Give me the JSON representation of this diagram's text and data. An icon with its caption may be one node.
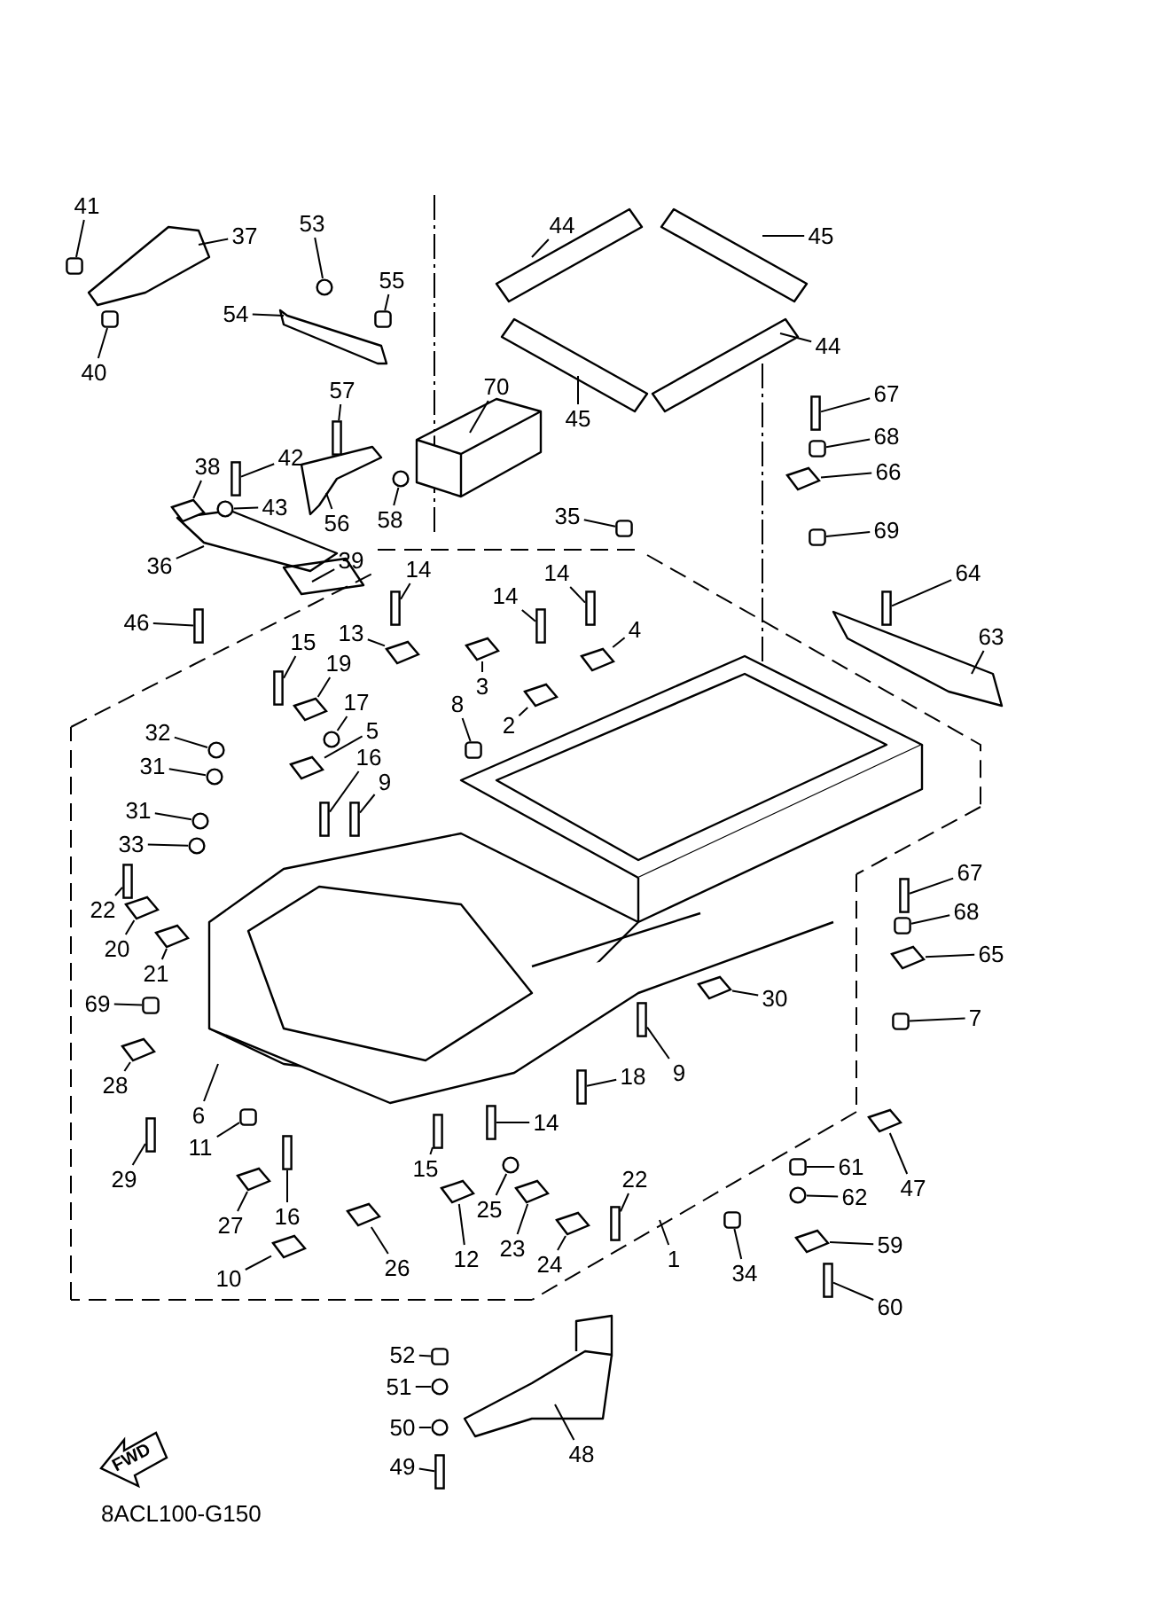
{
  "diagram": {
    "nodes": [
      {
        "text": [
          "41"
        ]
      },
      {
        "text": [
          "37"
        ]
      },
      {
        "text": [
          "40"
        ]
      },
      {
        "text": [
          "53"
        ]
      },
      {
        "text": [
          "55"
        ]
      },
      {
        "text": [
          "54"
        ]
      },
      {
        "text": [
          "44"
        ]
      },
      {
        "text": [
          "45"
        ]
      },
      {
        "text": [
          "44"
        ]
      },
      {
        "text": [
          "45"
        ]
      },
      {
        "text": [
          "70"
        ]
      },
      {
        "text": [
          "67"
        ]
      },
      {
        "text": [
          "68"
        ]
      },
      {
        "text": [
          "66"
        ]
      },
      {
        "text": [
          "69"
        ]
      },
      {
        "text": [
          "57"
        ]
      },
      {
        "text": [
          "42"
        ]
      },
      {
        "text": [
          "38"
        ]
      },
      {
        "text": [
          "43"
        ]
      },
      {
        "text": [
          "56"
        ]
      },
      {
        "text": [
          "58"
        ]
      },
      {
        "text": [
          "36"
        ]
      },
      {
        "text": [
          "39"
        ]
      },
      {
        "text": [
          "35"
        ]
      },
      {
        "text": [
          "64"
        ]
      },
      {
        "text": [
          "63"
        ]
      },
      {
        "text": [
          "46"
        ]
      },
      {
        "text": [
          "14"
        ]
      },
      {
        "text": [
          "13"
        ]
      },
      {
        "text": [
          "14"
        ]
      },
      {
        "text": [
          "14"
        ]
      },
      {
        "text": [
          "4"
        ]
      },
      {
        "text": [
          "15"
        ]
      },
      {
        "text": [
          "19"
        ]
      },
      {
        "text": [
          "3"
        ]
      },
      {
        "text": [
          "2"
        ]
      },
      {
        "text": [
          "17"
        ]
      },
      {
        "text": [
          "8"
        ]
      },
      {
        "text": [
          "5"
        ]
      },
      {
        "text": [
          "32"
        ]
      },
      {
        "text": [
          "31"
        ]
      },
      {
        "text": [
          "16"
        ]
      },
      {
        "text": [
          "9"
        ]
      },
      {
        "text": [
          "31"
        ]
      },
      {
        "text": [
          "33"
        ]
      },
      {
        "text": [
          "22"
        ]
      },
      {
        "text": [
          "20"
        ]
      },
      {
        "text": [
          "21"
        ]
      },
      {
        "text": [
          "67"
        ]
      },
      {
        "text": [
          "68"
        ]
      },
      {
        "text": [
          "65"
        ]
      },
      {
        "text": [
          "7"
        ]
      },
      {
        "text": [
          "30"
        ]
      },
      {
        "text": [
          "69"
        ]
      },
      {
        "text": [
          "9"
        ]
      },
      {
        "text": [
          "28"
        ]
      },
      {
        "text": [
          "18"
        ]
      },
      {
        "text": [
          "6"
        ]
      },
      {
        "text": [
          "29"
        ]
      },
      {
        "text": [
          "11"
        ]
      },
      {
        "text": [
          "14"
        ]
      },
      {
        "text": [
          "15"
        ]
      },
      {
        "text": [
          "47"
        ]
      },
      {
        "text": [
          "61"
        ]
      },
      {
        "text": [
          "62"
        ]
      },
      {
        "text": [
          "16"
        ]
      },
      {
        "text": [
          "27"
        ]
      },
      {
        "text": [
          "22"
        ]
      },
      {
        "text": [
          "25"
        ]
      },
      {
        "text": [
          "59"
        ]
      },
      {
        "text": [
          "10"
        ]
      },
      {
        "text": [
          "26"
        ]
      },
      {
        "text": [
          "12"
        ]
      },
      {
        "text": [
          "23"
        ]
      },
      {
        "text": [
          "24"
        ]
      },
      {
        "text": [
          "1"
        ]
      },
      {
        "text": [
          "34"
        ]
      },
      {
        "text": [
          "60"
        ]
      },
      {
        "text": [
          "52"
        ]
      },
      {
        "text": [
          "51"
        ]
      },
      {
        "text": [
          "50"
        ]
      },
      {
        "text": [
          "48"
        ]
      },
      {
        "text": [
          "49"
        ]
      },
      {
        "text": [],
        "shape": "box"
      },
      {
        "text": [],
        "shape": "box"
      },
      {
        "text": [],
        "shape": "circle"
      },
      {
        "text": [],
        "shape": "box"
      },
      {
        "text": [],
        "shape": "bar"
      },
      {
        "text": [],
        "shape": "box"
      },
      {
        "text": [],
        "shape": "picture"
      },
      {
        "text": [],
        "shape": "box"
      },
      {
        "text": [],
        "shape": "bar"
      },
      {
        "text": [],
        "shape": "bar"
      },
      {
        "text": [],
        "shape": "circle"
      },
      {
        "text": [],
        "shape": "circle"
      },
      {
        "text": [],
        "shape": "box"
      },
      {
        "text": [],
        "shape": "bar"
      },
      {
        "text": [],
        "shape": "bar"
      },
      {
        "text": [],
        "shape": "bar"
      },
      {
        "text": [],
        "shape": "picture"
      },
      {
        "text": [],
        "shape": "bar"
      },
      {
        "text": [],
        "shape": "bar"
      },
      {
        "text": [],
        "shape": "picture"
      },
      {
        "text": [],
        "shape": "bar"
      },
      {
        "text": [],
        "shape": "picture"
      },
      {
        "text": [],
        "shape": "picture"
      },
      {
        "text": [],
        "shape": "picture"
      },
      {
        "text": [],
        "shape": "circle"
      },
      {
        "text": [],
        "shape": "box"
      },
      {
        "text": [],
        "shape": "picture"
      },
      {
        "text": [],
        "shape": "circle"
      },
      {
        "text": [],
        "shape": "circle"
      },
      {
        "text": [],
        "shape": "bar"
      },
      {
        "text": [],
        "shape": "bar"
      },
      {
        "text": [],
        "shape": "circle"
      },
      {
        "text": [],
        "shape": "circle"
      },
      {
        "text": [],
        "shape": "bar"
      },
      {
        "text": [],
        "shape": "picture"
      },
      {
        "text": [],
        "shape": "picture"
      },
      {
        "text": [],
        "shape": "bar"
      },
      {
        "text": [],
        "shape": "box"
      },
      {
        "text": [],
        "shape": "picture"
      },
      {
        "text": [],
        "shape": "box"
      },
      {
        "text": [],
        "shape": "picture"
      },
      {
        "text": [],
        "shape": "box"
      },
      {
        "text": [],
        "shape": "bar"
      },
      {
        "text": [],
        "shape": "picture"
      },
      {
        "text": [],
        "shape": "bar"
      },
      {
        "text": [],
        "shape": "bar"
      },
      {
        "text": [],
        "shape": "box"
      },
      {
        "text": [],
        "shape": "bar"
      },
      {
        "text": [],
        "shape": "bar"
      },
      {
        "text": [],
        "shape": "picture"
      },
      {
        "text": [],
        "shape": "box"
      },
      {
        "text": [],
        "shape": "circle"
      },
      {
        "text": [],
        "shape": "bar"
      },
      {
        "text": [],
        "shape": "picture"
      },
      {
        "text": [],
        "shape": "bar"
      },
      {
        "text": [],
        "shape": "circle"
      },
      {
        "text": [],
        "shape": "picture"
      },
      {
        "text": [],
        "shape": "picture"
      },
      {
        "text": [],
        "shape": "picture"
      },
      {
        "text": [],
        "shape": "picture"
      },
      {
        "text": [],
        "shape": "picture"
      },
      {
        "text": [],
        "shape": "picture"
      },
      {
        "text": [],
        "shape": "box"
      },
      {
        "text": [],
        "shape": "bar"
      },
      {
        "text": [],
        "shape": "box"
      },
      {
        "text": [],
        "shape": "circle"
      },
      {
        "text": [],
        "shape": "circle"
      },
      {
        "text": [],
        "shape": "bar"
      },
      {
        "text": [],
        "shape": "picture"
      }
    ],
    "edges": [
      {
        "from": 0,
        "to": 83,
        "arrow": "none"
      },
      {
        "from": 1,
        "to": null,
        "arrow": "none"
      },
      {
        "from": 2,
        "to": 84,
        "arrow": "none"
      },
      {
        "from": 3,
        "to": 85,
        "arrow": "none"
      },
      {
        "from": 4,
        "to": 86,
        "arrow": "none"
      },
      {
        "from": 5,
        "to": null,
        "arrow": "none"
      },
      {
        "from": 6,
        "to": null,
        "arrow": "none"
      },
      {
        "from": 7,
        "to": null,
        "arrow": "none"
      },
      {
        "from": 8,
        "to": null,
        "arrow": "none"
      },
      {
        "from": 9,
        "to": null,
        "arrow": "none"
      },
      {
        "from": 10,
        "to": null,
        "arrow": "none"
      },
      {
        "from": 11,
        "to": 87,
        "arrow": "none"
      },
      {
        "from": 12,
        "to": 88,
        "arrow": "none"
      },
      {
        "from": 13,
        "to": 89,
        "arrow": "none"
      },
      {
        "from": 14,
        "to": 90,
        "arrow": "none"
      },
      {
        "from": 15,
        "to": 91,
        "arrow": "none"
      },
      {
        "from": 16,
        "to": 92,
        "arrow": "none"
      },
      {
        "from": 17,
        "to": 151,
        "arrow": "none"
      },
      {
        "from": 18,
        "to": 93,
        "arrow": "none"
      },
      {
        "from": 19,
        "to": null,
        "arrow": "none"
      },
      {
        "from": 20,
        "to": 94,
        "arrow": "none"
      },
      {
        "from": 21,
        "to": null,
        "arrow": "none"
      },
      {
        "from": 22,
        "to": null,
        "arrow": "none"
      },
      {
        "from": 23,
        "to": 95,
        "arrow": "none"
      },
      {
        "from": 24,
        "to": 96,
        "arrow": "none"
      },
      {
        "from": 25,
        "to": null,
        "arrow": "none"
      },
      {
        "from": 26,
        "to": 97,
        "arrow": "none"
      },
      {
        "from": 27,
        "to": 98,
        "arrow": "none"
      },
      {
        "from": 28,
        "to": 99,
        "arrow": "none"
      },
      {
        "from": 29,
        "to": 100,
        "arrow": "none"
      },
      {
        "from": 30,
        "to": 101,
        "arrow": "none"
      },
      {
        "from": 31,
        "to": 102,
        "arrow": "none"
      },
      {
        "from": 32,
        "to": 103,
        "arrow": "none"
      },
      {
        "from": 33,
        "to": 104,
        "arrow": "none"
      },
      {
        "from": 34,
        "to": 105,
        "arrow": "none"
      },
      {
        "from": 35,
        "to": 106,
        "arrow": "none"
      },
      {
        "from": 36,
        "to": 107,
        "arrow": "none"
      },
      {
        "from": 37,
        "to": 108,
        "arrow": "none"
      },
      {
        "from": 38,
        "to": 109,
        "arrow": "none"
      },
      {
        "from": 39,
        "to": 110,
        "arrow": "none"
      },
      {
        "from": 40,
        "to": 111,
        "arrow": "none"
      },
      {
        "from": 41,
        "to": 112,
        "arrow": "none"
      },
      {
        "from": 42,
        "to": 113,
        "arrow": "none"
      },
      {
        "from": 43,
        "to": 114,
        "arrow": "none"
      },
      {
        "from": 44,
        "to": 115,
        "arrow": "none"
      },
      {
        "from": 45,
        "to": 116,
        "arrow": "none"
      },
      {
        "from": 46,
        "to": 117,
        "arrow": "none"
      },
      {
        "from": 47,
        "to": 118,
        "arrow": "none"
      },
      {
        "from": 48,
        "to": 119,
        "arrow": "none"
      },
      {
        "from": 49,
        "to": 120,
        "arrow": "none"
      },
      {
        "from": 50,
        "to": 121,
        "arrow": "none"
      },
      {
        "from": 51,
        "to": 122,
        "arrow": "none"
      },
      {
        "from": 52,
        "to": 123,
        "arrow": "none"
      },
      {
        "from": 53,
        "to": 124,
        "arrow": "none"
      },
      {
        "from": 54,
        "to": 125,
        "arrow": "none"
      },
      {
        "from": 55,
        "to": 126,
        "arrow": "none"
      },
      {
        "from": 56,
        "to": 127,
        "arrow": "none"
      },
      {
        "from": 57,
        "to": null,
        "arrow": "none"
      },
      {
        "from": 58,
        "to": 128,
        "arrow": "none"
      },
      {
        "from": 59,
        "to": 129,
        "arrow": "none"
      },
      {
        "from": 60,
        "to": 130,
        "arrow": "none"
      },
      {
        "from": 61,
        "to": 131,
        "arrow": "none"
      },
      {
        "from": 62,
        "to": 132,
        "arrow": "none"
      },
      {
        "from": 63,
        "to": 133,
        "arrow": "none"
      },
      {
        "from": 64,
        "to": 134,
        "arrow": "none"
      },
      {
        "from": 65,
        "to": 135,
        "arrow": "none"
      },
      {
        "from": 66,
        "to": 136,
        "arrow": "none"
      },
      {
        "from": 67,
        "to": 137,
        "arrow": "none"
      },
      {
        "from": 68,
        "to": 138,
        "arrow": "none"
      },
      {
        "from": 69,
        "to": 139,
        "arrow": "none"
      },
      {
        "from": 70,
        "to": 140,
        "arrow": "none"
      },
      {
        "from": 71,
        "to": 141,
        "arrow": "none"
      },
      {
        "from": 72,
        "to": 142,
        "arrow": "none"
      },
      {
        "from": 73,
        "to": 143,
        "arrow": "none"
      },
      {
        "from": 74,
        "to": 144,
        "arrow": "none"
      },
      {
        "from": 75,
        "to": null,
        "arrow": "none"
      },
      {
        "from": 76,
        "to": 145,
        "arrow": "none"
      },
      {
        "from": 77,
        "to": 146,
        "arrow": "none"
      },
      {
        "from": 78,
        "to": 147,
        "arrow": "none"
      },
      {
        "from": 79,
        "to": 148,
        "arrow": "none"
      },
      {
        "from": 80,
        "to": 149,
        "arrow": "none"
      },
      {
        "from": 81,
        "to": null,
        "arrow": "none"
      },
      {
        "from": 82,
        "to": 150,
        "arrow": "none"
      }
    ],
    "labels": [
      "FWD",
      "8ACL100-G150"
    ]
  }
}
